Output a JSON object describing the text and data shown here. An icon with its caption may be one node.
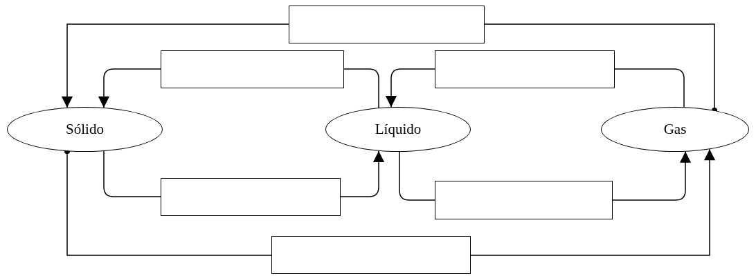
{
  "diagram": {
    "nodes": [
      {
        "text": [],
        "shape": "box"
      },
      {
        "text": [],
        "shape": "box"
      },
      {
        "text": [],
        "shape": "box"
      },
      {
        "text": [
          "Sólido"
        ]
      },
      {
        "text": [
          "Líquido"
        ]
      },
      {
        "text": [
          "Gas"
        ]
      },
      {
        "text": [],
        "shape": "box"
      },
      {
        "text": [],
        "shape": "box"
      },
      {
        "text": [],
        "shape": "box"
      }
    ],
    "edges": [
      {
        "from": 5,
        "to": 0,
        "arrow": "other"
      },
      {
        "from": 0,
        "to": 3,
        "arrow": "to"
      },
      {
        "from": 4,
        "to": 1,
        "arrow": "none"
      },
      {
        "from": 1,
        "to": 3,
        "arrow": "to"
      },
      {
        "from": 5,
        "to": 2,
        "arrow": "none"
      },
      {
        "from": 2,
        "to": 4,
        "arrow": "to"
      },
      {
        "from": 3,
        "to": 6,
        "arrow": "none"
      },
      {
        "from": 6,
        "to": 4,
        "arrow": "to"
      },
      {
        "from": 4,
        "to": 7,
        "arrow": "none"
      },
      {
        "from": 7,
        "to": 5,
        "arrow": "to"
      },
      {
        "from": 3,
        "to": 8,
        "arrow": "other"
      },
      {
        "from": 8,
        "to": 5,
        "arrow": "to"
      }
    ]
  }
}
